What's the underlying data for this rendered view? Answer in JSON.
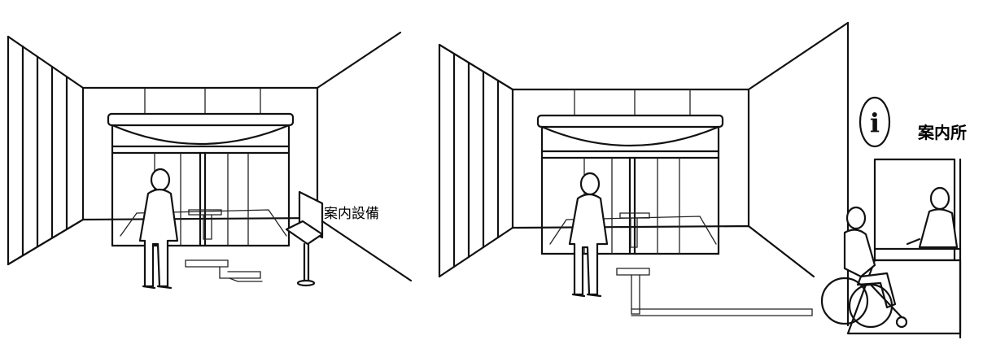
{
  "left_panel": {
    "label": "案内設備"
  },
  "right_panel": {
    "sign_symbol": "i",
    "label": "案内所"
  },
  "colors": {
    "line": "#111111",
    "background": "#ffffff"
  },
  "icons": [
    "info-symbol-icon"
  ]
}
